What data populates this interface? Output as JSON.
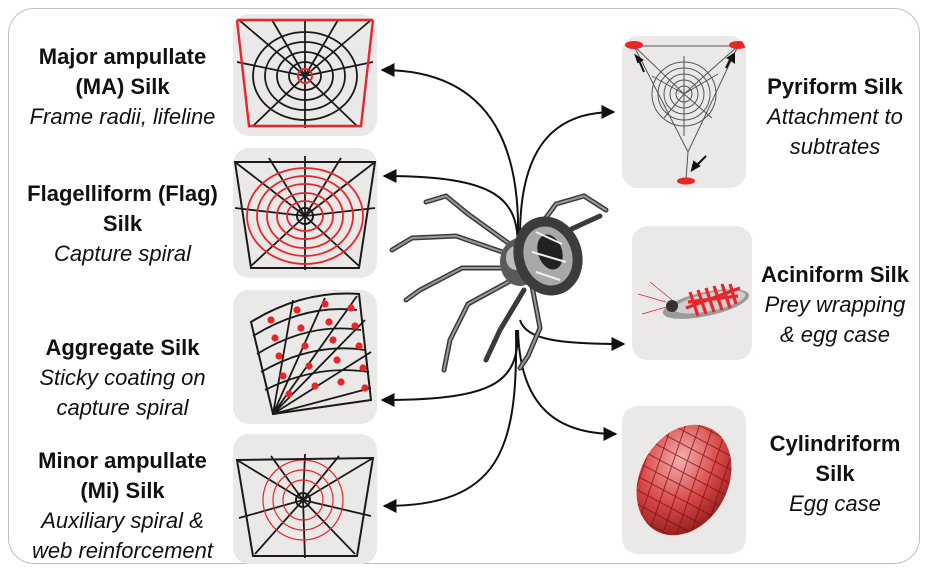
{
  "silks": {
    "major_ampullate": {
      "title_1": "Major ampullate",
      "title_2": "(MA) Silk",
      "desc_1": "Frame radii, lifeline"
    },
    "flagelliform": {
      "title_1": "Flagelliform (Flag)",
      "title_2": "Silk",
      "desc_1": "Capture spiral"
    },
    "aggregate": {
      "title_1": "Aggregate Silk",
      "desc_1": "Sticky coating on",
      "desc_2": "capture spiral"
    },
    "minor_ampullate": {
      "title_1": "Minor ampullate",
      "title_2": "(Mi) Silk",
      "desc_1": "Auxiliary spiral &",
      "desc_2": "web reinforcement"
    },
    "pyriform": {
      "title_1": "Pyriform Silk",
      "desc_1": "Attachment to",
      "desc_2": "subtrates"
    },
    "aciniform": {
      "title_1": "Aciniform Silk",
      "desc_1": "Prey wrapping",
      "desc_2": "& egg case"
    },
    "cylindriform": {
      "title_1": "Cylindriform",
      "title_2": "Silk",
      "desc_1": "Egg case"
    }
  },
  "colors": {
    "accent": "#e8262a",
    "line": "#1a1a1a",
    "panel": "#ebe9e7"
  }
}
